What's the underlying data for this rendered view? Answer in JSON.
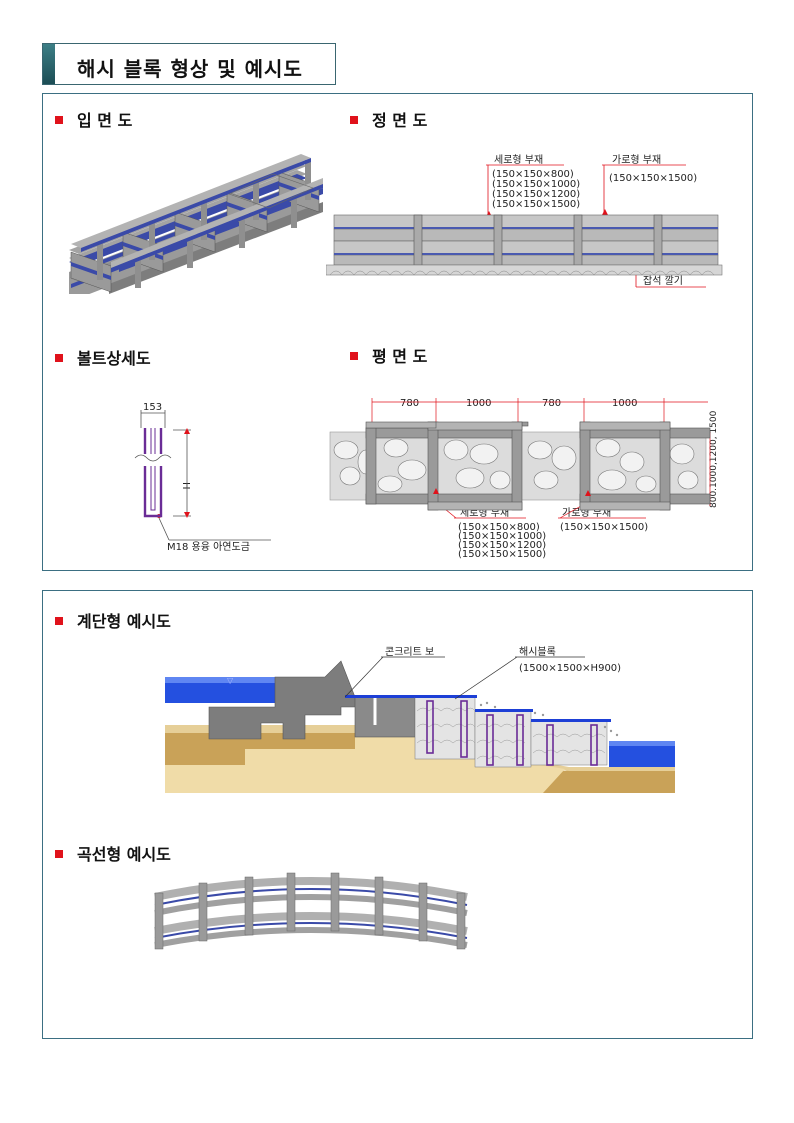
{
  "page_title": "해시 블록 형상 및 예시도",
  "panel1": {
    "elevation": {
      "heading": "입 면 도"
    },
    "front": {
      "heading": "정 면 도",
      "vertical_member_label": "세로형 부재",
      "vertical_member_sizes": [
        "(150×150×800)",
        "(150×150×1000)",
        "(150×150×1200)",
        "(150×150×1500)"
      ],
      "horizontal_member_label": "가로형 부재",
      "horizontal_member_size": "(150×150×1500)",
      "base_label": "잡석 깔기"
    },
    "bolt": {
      "heading": "볼트상세도",
      "width_dim": "153",
      "height_dim": "H",
      "bolt_label": "M18 용융 아연도금"
    },
    "plan": {
      "heading": "평 면 도",
      "dims": [
        "780",
        "1000",
        "780",
        "1000"
      ],
      "side_dim": "800.1000,1200, 1500",
      "vertical_member_label": "세로형 부재",
      "vertical_member_sizes": [
        "(150×150×800)",
        "(150×150×1000)",
        "(150×150×1200)",
        "(150×150×1500)"
      ],
      "horizontal_member_label": "가로형 부재",
      "horizontal_member_size": "(150×150×1500)"
    }
  },
  "panel2": {
    "stepped": {
      "heading": "계단형 예시도",
      "concrete_label": "콘크리트 보",
      "block_label": "해시블록",
      "block_size": "(1500×1500×H900)"
    },
    "curved": {
      "heading": "곡선형 예시도"
    }
  },
  "colors": {
    "bullet": "#e0121b",
    "panel_border": "#3b6f82",
    "water": "#1d3fd6",
    "sand": "#d9b877",
    "concrete": "#7d7d7d",
    "timber": "#8c8c8c",
    "timber_shadow": "#3a4aa8"
  }
}
